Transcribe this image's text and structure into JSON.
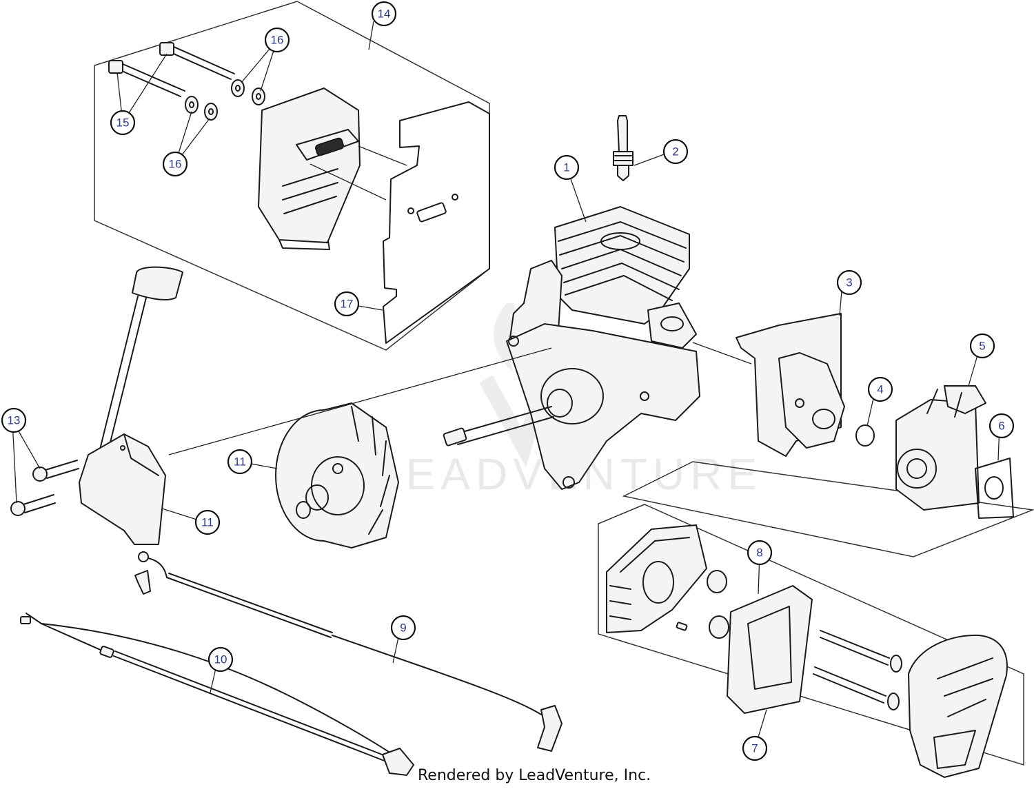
{
  "watermark": {
    "text": "LEADVENTURE"
  },
  "footer": {
    "text": "Rendered by LeadVenture, Inc."
  },
  "callouts": [
    {
      "num": "1"
    },
    {
      "num": "2"
    },
    {
      "num": "3"
    },
    {
      "num": "4"
    },
    {
      "num": "5"
    },
    {
      "num": "6"
    },
    {
      "num": "7"
    },
    {
      "num": "8"
    },
    {
      "num": "9"
    },
    {
      "num": "10"
    },
    {
      "num": "11"
    },
    {
      "num": "11"
    },
    {
      "num": "13"
    },
    {
      "num": "14"
    },
    {
      "num": "15"
    },
    {
      "num": "16"
    },
    {
      "num": "16"
    },
    {
      "num": "17"
    }
  ]
}
